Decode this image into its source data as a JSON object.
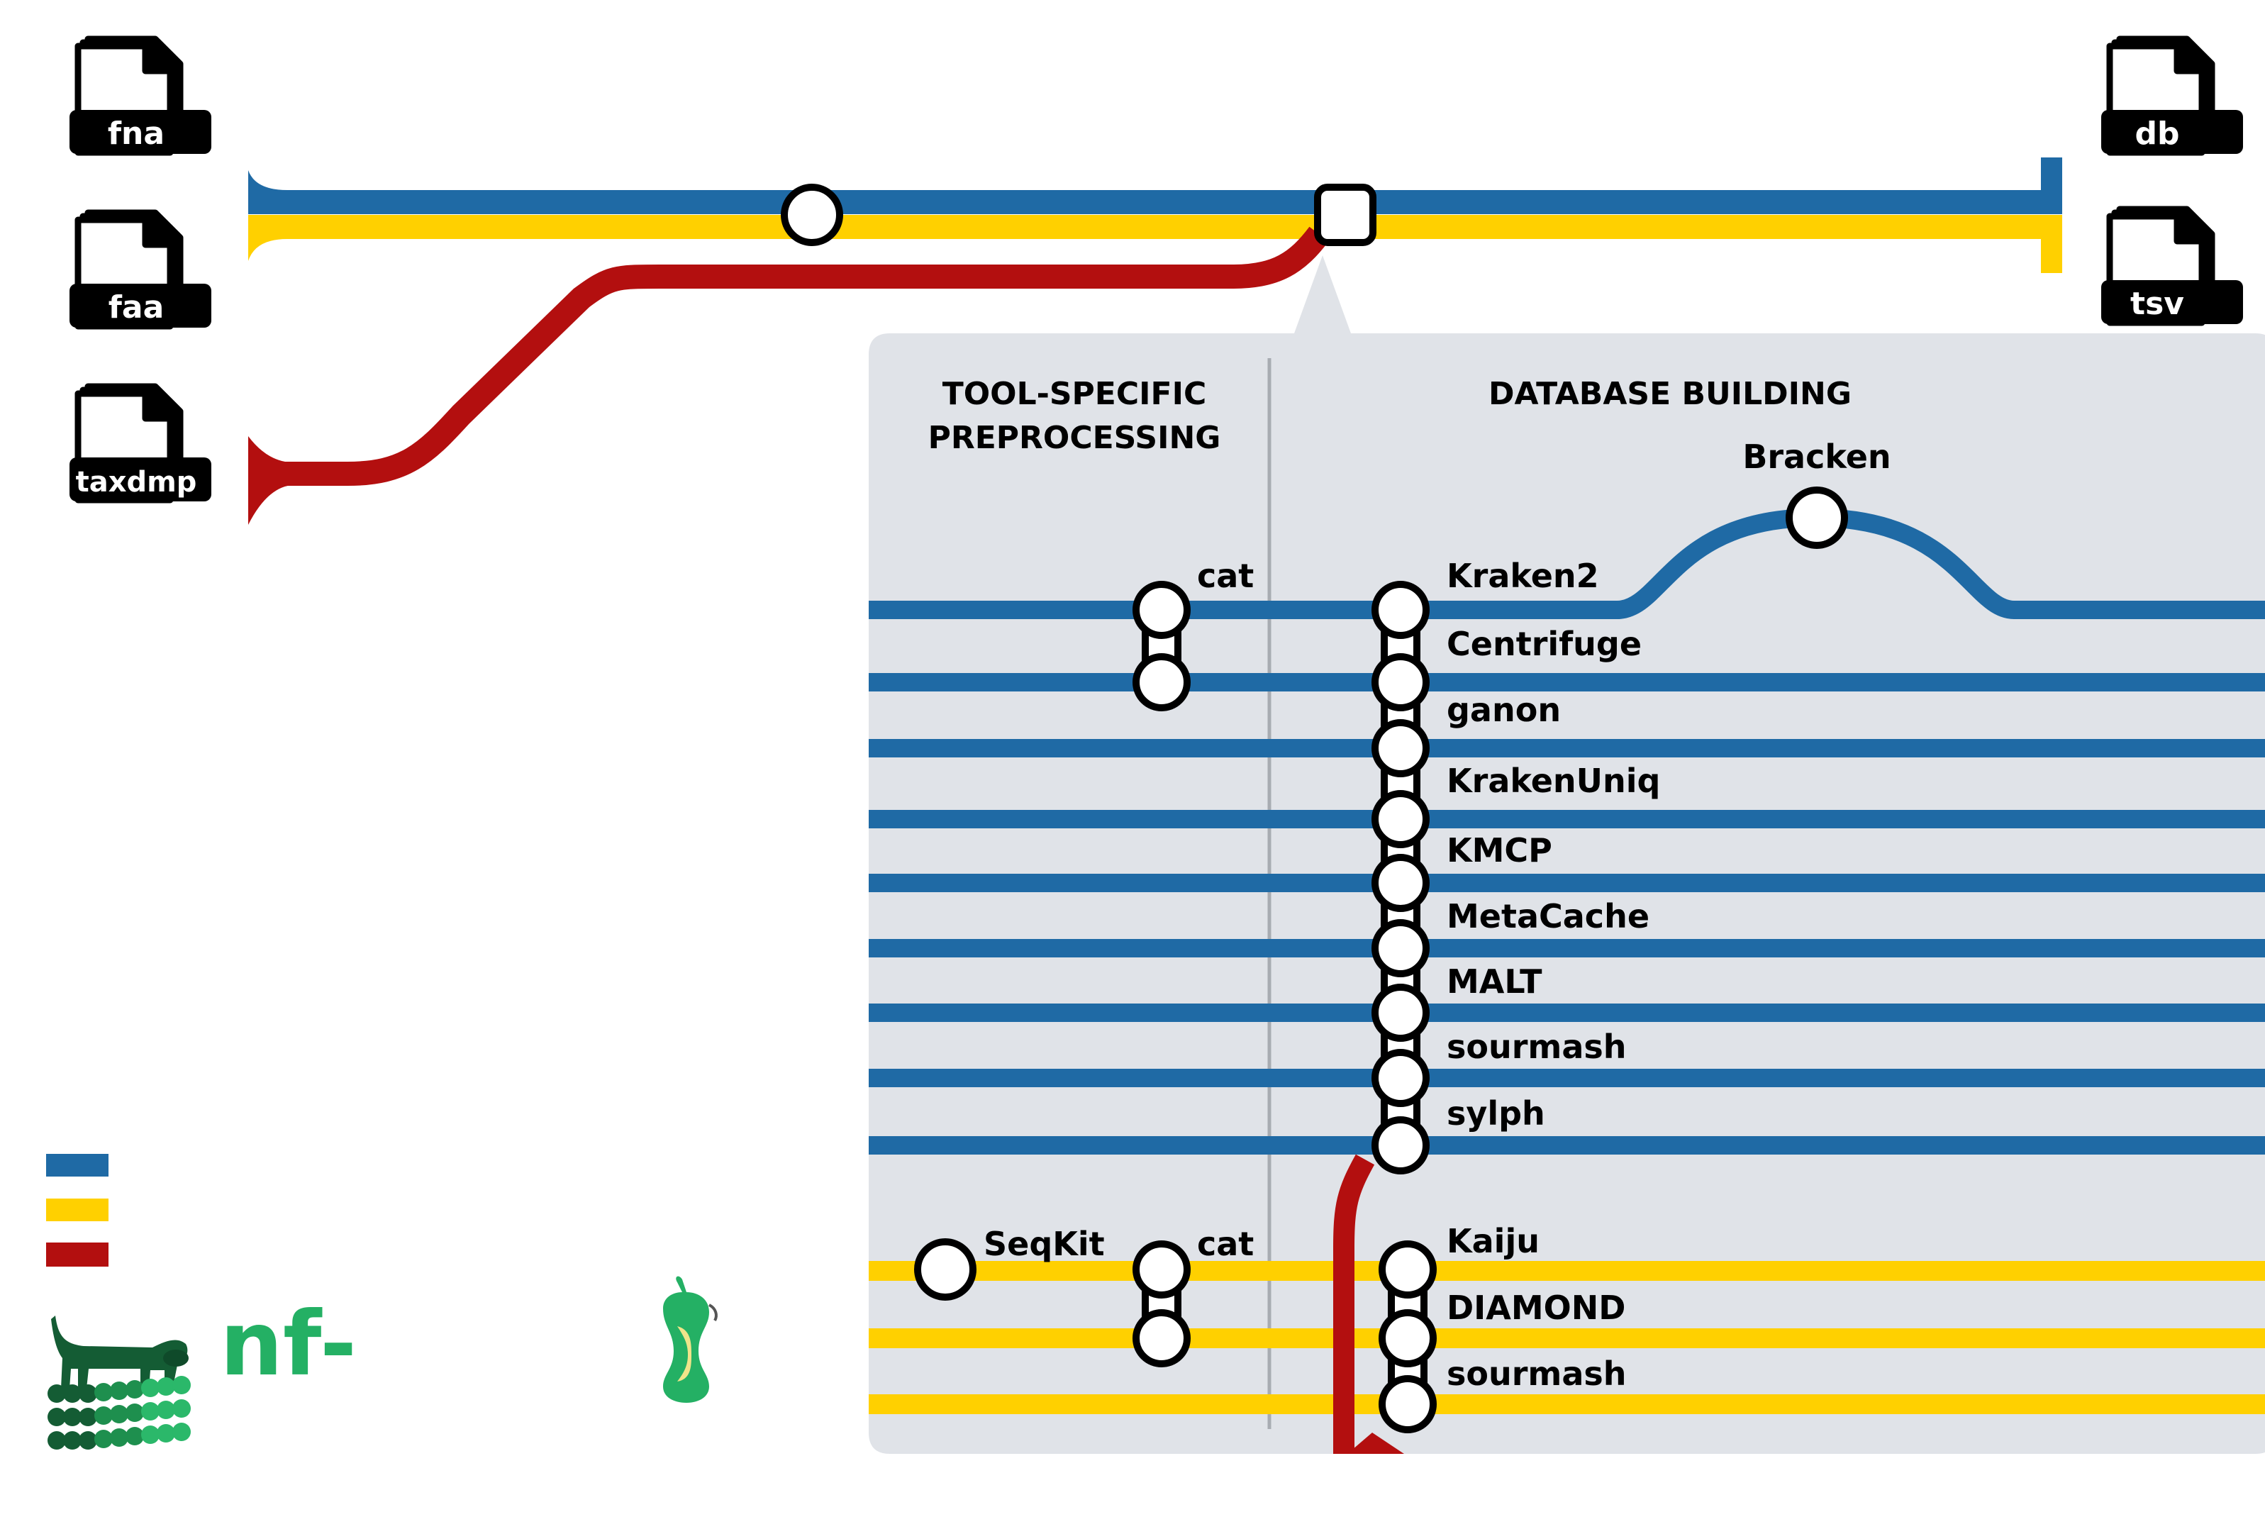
{
  "inputs": [
    "fna",
    "faa",
    "taxdmp"
  ],
  "outputs": [
    "db",
    "tsv"
  ],
  "panel": {
    "left_heading": [
      "TOOL-SPECIFIC",
      "PREPROCESSING"
    ],
    "right_heading": "DATABASE BUILDING"
  },
  "preprocessing_labels": {
    "cat_top": "cat",
    "seqkit": "SeqKit",
    "cat_bottom": "cat"
  },
  "nucleotide_tools": [
    "Kraken2",
    "Centrifuge",
    "ganon",
    "KrakenUniq",
    "KMCP",
    "MetaCache",
    "MALT",
    "sourmash",
    "sylph"
  ],
  "bracken": "Bracken",
  "protein_tools": [
    "Kaiju",
    "DIAMOND",
    "sourmash"
  ],
  "logo": {
    "text": "nf-"
  },
  "colors": {
    "nucleotide": "#1f6aa5",
    "protein": "#ffd000",
    "taxonomy": "#b30f0f",
    "panel": "#e0e3e8",
    "logo_green": "#24b064"
  }
}
